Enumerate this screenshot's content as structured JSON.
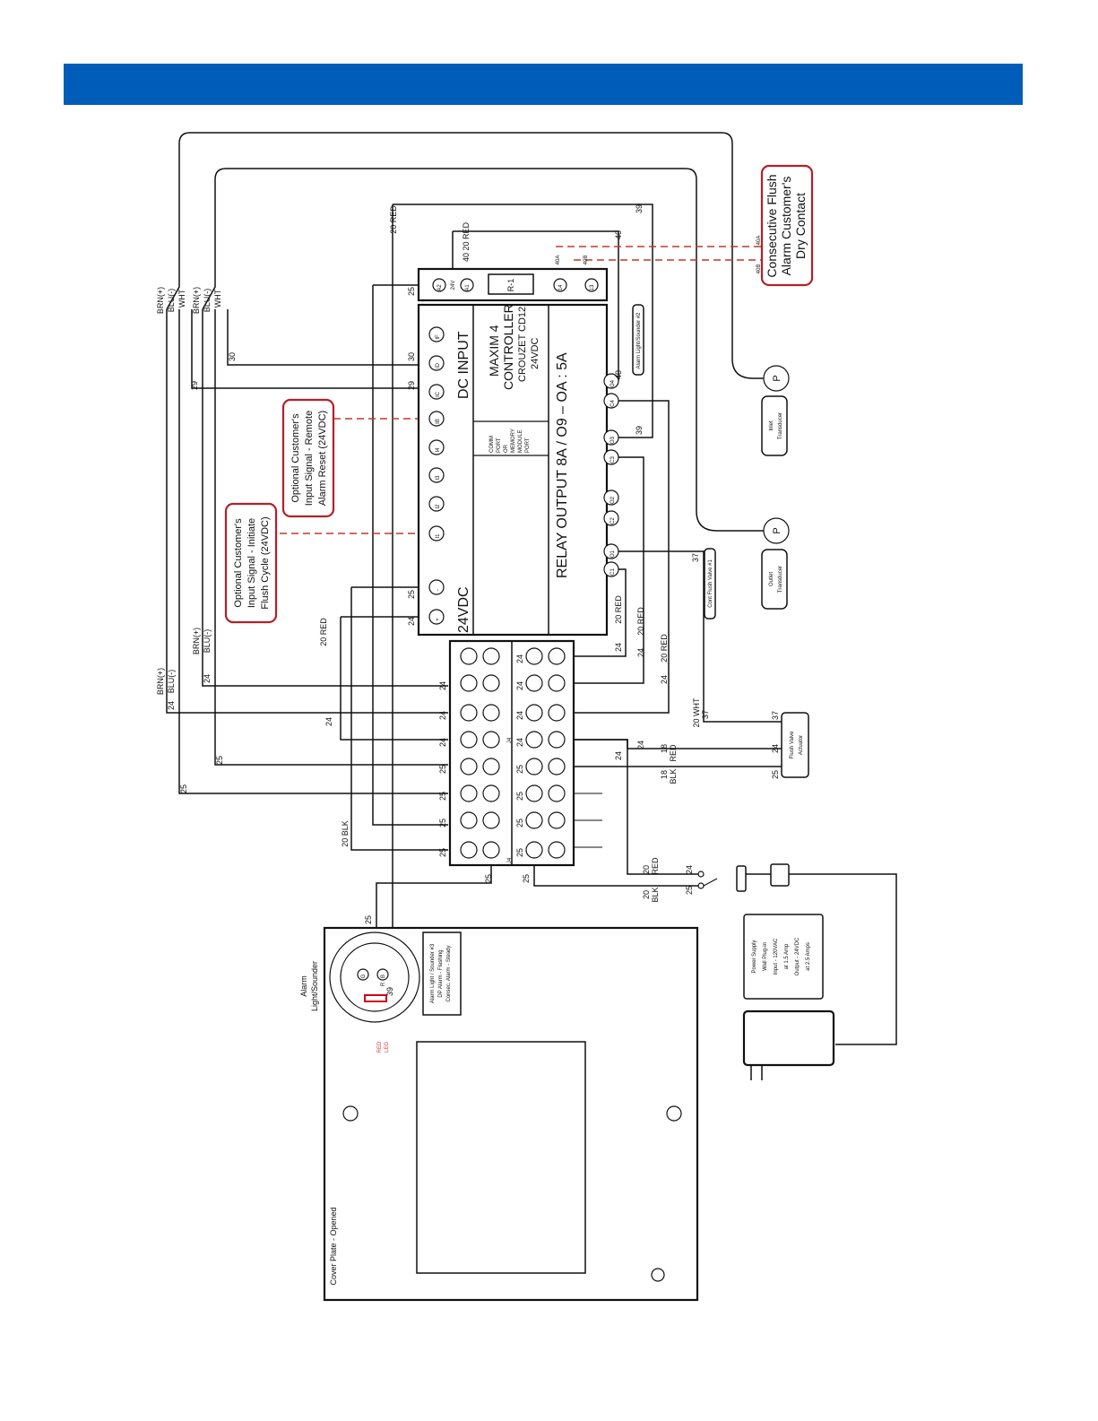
{
  "header": {
    "color": "#005cb9"
  },
  "colors": {
    "wire": "#111111",
    "dashed_signal": "#c0392b",
    "callout_border": "#b3202a"
  },
  "controller": {
    "title": "MAXIM 4",
    "title2": "CONTROLLER",
    "model": "CROUZET CD12",
    "voltage": "24VDC",
    "dc_input": "DC INPUT",
    "supply": "24VDC",
    "relay_output": "RELAY OUTPUT 8A / O9 – OA : 5A",
    "comm_port": "COMM",
    "comm_port2": "PORT",
    "comm_or": "OR",
    "comm_memory": "MEMORY",
    "comm_module": "MODULE",
    "comm_port3": "PORT",
    "inputs": [
      "IF",
      "ID",
      "IC",
      "IB",
      "I4",
      "I3",
      "I2",
      "I1",
      "-",
      "+"
    ],
    "outputs": [
      "O4",
      "C4",
      "O3",
      "C3",
      "O2",
      "C2",
      "O1",
      "C1"
    ]
  },
  "relay": {
    "label": "R-1",
    "terms": [
      "A2",
      "A1",
      "14",
      "13"
    ],
    "coil_note": "24V",
    "note": "Alarm Light/Sounder #2"
  },
  "callouts": {
    "consecutive": [
      "Consecutive Flush",
      "Alarm Customer's",
      "Dry Contact"
    ],
    "remote_reset": [
      "Optional Customer's",
      "Input Signal - Remote",
      "Alarm Reset (24VDC)"
    ],
    "initiate": [
      "Optional Customer's",
      "Input Signal - Initiate",
      "Flush Cycle (24VDC)"
    ]
  },
  "transducers": {
    "inlet": [
      "Inlet",
      "Transducer"
    ],
    "outlet": [
      "Outlet",
      "Transducer"
    ],
    "symbol": "P"
  },
  "flush_valve": [
    "Flush Valve",
    "Actuator"
  ],
  "cont_flush_label": "Cont Flush Valve #1",
  "power_supply": [
    "Power Supply",
    "Wall Plug-in",
    "Input - 120VAC",
    "at 1.5 Amp",
    "Output - 24VDC",
    "at 2.5 Amps"
  ],
  "enclosure": {
    "cover": "Cover Plate - Opened",
    "alarm_title": [
      "Alarm",
      "Light/Sounder"
    ],
    "alarm_note": [
      "Alarm Light / Sounder #3",
      "DP Alarm - Flashing",
      "Consec. Alarm - Steady"
    ],
    "red_leg": [
      "RED",
      "LEG"
    ],
    "terms": [
      "G",
      "B",
      "R"
    ]
  },
  "wire_labels": {
    "w20red_top": "20 RED",
    "w39": "39",
    "w40": "40",
    "w40_20red": "40  20 RED",
    "w40a": "40A",
    "w40b": "40B",
    "w25": "25",
    "w24": "24",
    "w29": "29",
    "w30": "30",
    "w37": "37",
    "w18red": "18",
    "red": "RED",
    "blk": "BLK",
    "w20blk": "20 BLK",
    "w20red": "20 RED",
    "w20wht": "20 WHT",
    "brn": "BRN(+)",
    "blu": "BLU(-)",
    "wht": "WHT",
    "j4": "J4",
    "w20": "20"
  }
}
